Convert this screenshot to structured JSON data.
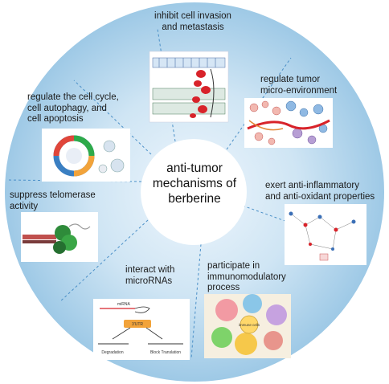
{
  "center": {
    "line1": "anti-tumor",
    "line2": "mechanisms of",
    "line3": "berberine"
  },
  "segments": [
    {
      "id": "invasion",
      "lines": [
        "inhibit cell invasion",
        "and metastasis"
      ]
    },
    {
      "id": "microenv",
      "lines": [
        "regulate tumor",
        "micro-environment"
      ]
    },
    {
      "id": "inflammatory",
      "lines": [
        "exert anti-inflammatory",
        "and anti-oxidant properties"
      ]
    },
    {
      "id": "immuno",
      "lines": [
        "participate in",
        "immunomodulatory",
        "process"
      ]
    },
    {
      "id": "micrornas",
      "lines": [
        "interact with",
        "microRNAs"
      ]
    },
    {
      "id": "telomerase",
      "lines": [
        "suppress telomerase",
        "activity"
      ]
    },
    {
      "id": "cellcycle",
      "lines": [
        "regulate the cell cycle,",
        "cell autophagy, and",
        "cell apoptosis"
      ]
    }
  ],
  "thumbnail_text": {
    "mirna_label": "miRNA",
    "mirna_target": "3'UTR",
    "degradation": "Degradation",
    "block_translation": "Block Translation",
    "immuno_core": "immune cells"
  },
  "colors": {
    "disk_outer": "#9ec9e6",
    "disk_inner": "#e4f1fa",
    "divider": "#4a8fc7",
    "center": "#ffffff"
  }
}
